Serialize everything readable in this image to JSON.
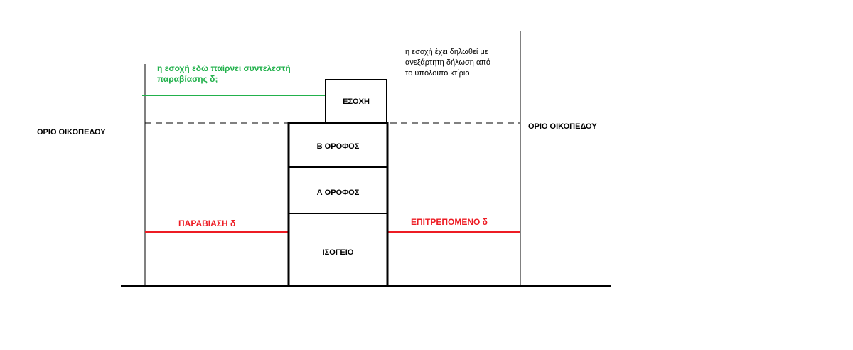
{
  "labels": {
    "plot_left": "ΟΡΙΟ ΟΙΚΟΠΕΔΟΥ",
    "plot_right": "ΟΡΙΟ ΟΙΚΟΠΕΔΟΥ",
    "green_note_line1": "η εσοχή εδώ παίρνει συντελεστή",
    "green_note_line2": "παραβίασης δ;",
    "black_note_line1": "η εσοχή έχει δηλωθεί με",
    "black_note_line2": "ανεξάρτητη δήλωση από",
    "black_note_line3": "το υπόλοιπο κτίριο",
    "violation": "ΠΑΡΑΒΙΑΣΗ δ",
    "allowed": "ΕΠΙΤΡΕΠΟΜΕΝΟ δ"
  },
  "floors": {
    "recess": "ΕΣΟΧΗ",
    "second_floor": "Β ΟΡΟΦΟΣ",
    "first_floor": "Α ΟΡΟΦΟΣ",
    "ground_floor": "ΙΣΟΓΕΙΟ"
  },
  "colors": {
    "green": "#22b14c",
    "red": "#ed1c24",
    "black": "#000000"
  }
}
